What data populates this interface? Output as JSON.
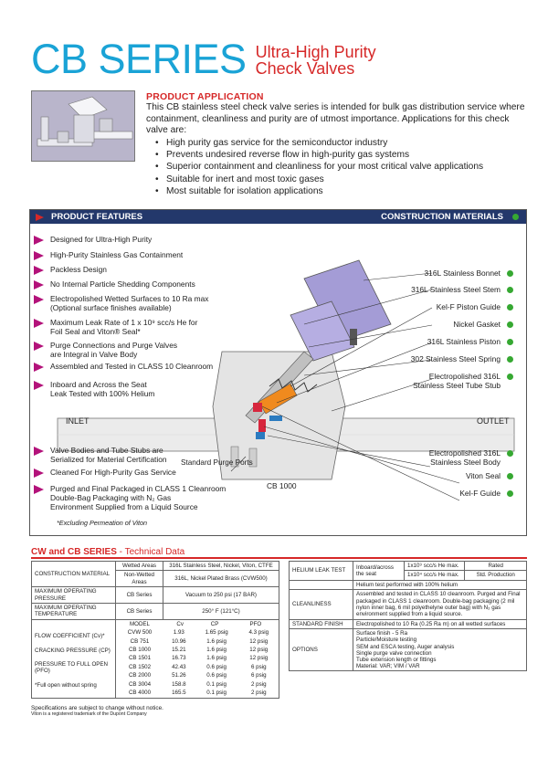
{
  "header": {
    "title": "CB SERIES",
    "subtitle_line1": "Ultra-High Purity",
    "subtitle_line2": "Check Valves"
  },
  "application": {
    "heading": "PRODUCT APPLICATION",
    "text": "This CB stainless steel check valve series is intended for bulk gas distribution service where containment, cleanliness and purity are of utmost importance. Applications for this check valve are:",
    "bullets": [
      "High purity gas service for the semiconductor industry",
      "Prevents undesired reverse flow in high-purity gas systems",
      "Superior containment and cleanliness for your most critical valve applications",
      "Suitable for inert and most toxic gases",
      "Most suitable for isolation applications"
    ]
  },
  "features": {
    "heading": "PRODUCT FEATURES",
    "materials_heading": "CONSTRUCTION MATERIALS",
    "items": [
      "Designed for Ultra-High Purity",
      "High-Purity Stainless Gas Containment",
      "Packless Design",
      "No Internal Particle Shedding Components",
      "Electropolished Wetted Surfaces to 10 Ra max",
      "(Optional surface finishes available)",
      "Maximum Leak Rate of 1 x 10⁹ scc/s He for",
      "Foil Seal and Viton® Seal*",
      "Purge Connections and Purge Valves",
      "are Integral in Valve Body",
      "Assembled and Tested in CLASS 10 Cleanroom",
      "Inboard and Across the Seat",
      "Leak Tested with 100% Helium",
      "Valve Bodies and Tube Stubs are",
      "Serialized for Material Certification",
      "Cleaned For High-Purity Gas Service",
      "Purged and Final Packaged in CLASS 1 Cleanroom",
      "Double-Bag Packaging with N₂ Gas",
      "Environment Supplied from a Liquid Source"
    ],
    "materials": [
      "316L Stainless Bonnet",
      "316L Stainless Steel Stem",
      "Kel-F Piston Guide",
      "Nickel Gasket",
      "316L Stainless Piston",
      "302 Stainless Steel Spring",
      "Electropolished 316L",
      "Stainless Steel Tube Stub",
      "Electropolished 316L",
      "Stainless Steel Body",
      "Viton Seal",
      "Kel-F Guide"
    ],
    "inlet": "INLET",
    "outlet": "OUTLET",
    "purge": "Standard Purge Ports",
    "model": "CB 1000",
    "note": "*Excluding Permeation of Viton"
  },
  "tech": {
    "heading_red": "CW and CB SERIES",
    "heading_rest": " - Technical Data",
    "construction_label": "CONSTRUCTION MATERIAL",
    "wetted_label": "Wetted Areas",
    "wetted_value": "316L Stainless Steel, Nickel, Viton, CTFE",
    "nonwetted_label": "Non-Wetted Areas",
    "nonwetted_value": "316L, Nickel Plated Brass (CVW500)",
    "max_pressure_label": "MAXIMUM OPERATING PRESSURE",
    "max_pressure_series": "CB Series",
    "max_pressure_value": "Vacuum to 250 psi (17 BAR)",
    "max_temp_label": "MAXIMUM OPERATING TEMPERATURE",
    "max_temp_series": "CB Series",
    "max_temp_value": "250° F (121°C)",
    "cols": [
      "MODEL",
      "Cv",
      "CP",
      "PFO"
    ],
    "flow_label": "FLOW COEFFICIENT (Cv)*",
    "cracking_label": "CRACKING PRESSURE (CP)",
    "fullopen_label": "PRESSURE TO FULL OPEN (PFO)",
    "nospring_label": "*Full open without spring",
    "models": [
      [
        "CVW 500",
        "1.93",
        "1.65 psig",
        "4.3 psig"
      ],
      [
        "CB 751",
        "10.96",
        "1.6 psig",
        "12 psig"
      ],
      [
        "CB 1000",
        "15.21",
        "1.6 psig",
        "12 psig"
      ],
      [
        "CB 1501",
        "16.73",
        "1.6 psig",
        "12 psig"
      ],
      [
        "CB 1502",
        "42.43",
        "0.6 psig",
        "6 psig"
      ],
      [
        "CB 2000",
        "51.26",
        "0.6 psig",
        "6 psig"
      ],
      [
        "CB 3004",
        "158.8",
        "0.1 psig",
        "2 psig"
      ],
      [
        "CB 4000",
        "165.5",
        "0.1 psig",
        "2 psig"
      ]
    ],
    "helium_label": "HELIUM LEAK TEST",
    "inboard_label": "Inboard/across the seat",
    "leak1": "1x10⁹ scc/s He max.",
    "leak1_type": "Rated",
    "leak2": "1x10⁴ scc/s He max.",
    "leak2_type": "Std. Production",
    "helium_note": "Helium test performed with 100% helium",
    "cleanliness_label": "CLEANLINESS",
    "cleanliness_value": "Assembled and tested in CLASS 10 cleanroom. Purged and Final packaged in CLASS 1 cleanroom. Double-bag packaging (2 mil nylon inner bag, 6 mil polyethelyne outer bag) with N₂ gas environment supplied from a liquid source.",
    "finish_label": "STANDARD FINISH",
    "finish_value": "Electropolished to 10 Ra (0.25 Ra   m) on all wetted surfaces",
    "options_label": "OPTIONS",
    "options": [
      "Surface finish - 5 Ra",
      "Particle/Moisture testing",
      "SEM and ESCA testing, Auger analysis",
      "Single purge valve connection",
      "Tube extension length or fittings",
      "Material: VAR; VIM / VAR"
    ]
  },
  "footer": {
    "line1": "Specifications are subject to change without notice.",
    "line2": "Viton is a registered trademark of the Dupont Company"
  }
}
